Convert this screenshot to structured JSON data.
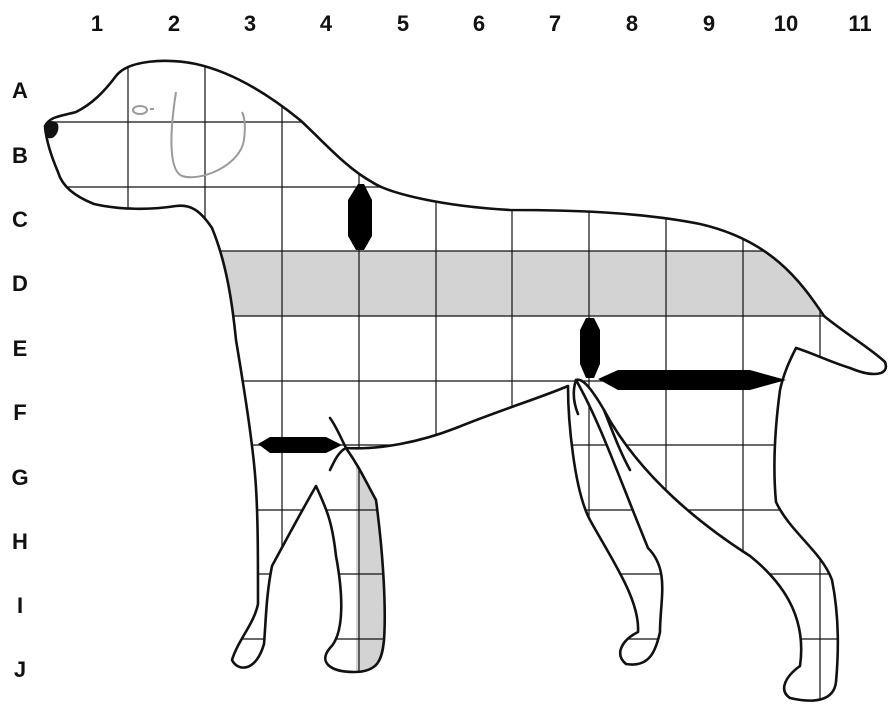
{
  "columns": [
    "1",
    "2",
    "3",
    "4",
    "5",
    "6",
    "7",
    "8",
    "9",
    "10",
    "11"
  ],
  "rows": [
    "A",
    "B",
    "C",
    "D",
    "E",
    "F",
    "G",
    "H",
    "I",
    "J"
  ],
  "colors": {
    "outline": "#111111",
    "grid": "#111111",
    "shade": "#d3d3d3",
    "marker": "#000000",
    "sketch": "#9a9a9a"
  }
}
